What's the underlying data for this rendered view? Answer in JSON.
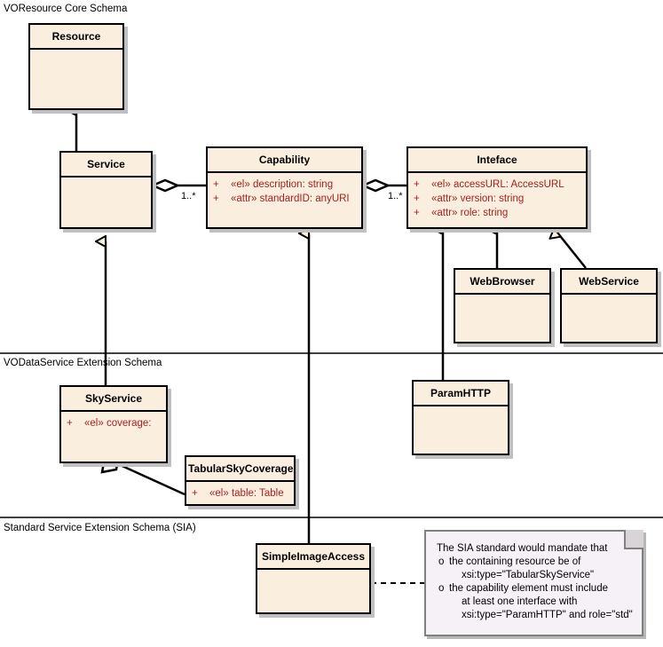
{
  "diagram": {
    "title": "VOResource / VODataService / SIA UML class diagram",
    "colors": {
      "class_fill": "#faefde",
      "class_border": "#000000",
      "attribute_text": "#a52020",
      "note_fill": "#f6f1f6",
      "note_border": "#808080",
      "shadow": "#c0c0c0"
    }
  },
  "schemas": [
    {
      "id": "core",
      "label": "VOResource Core Schema"
    },
    {
      "id": "vodataservice",
      "label": "VODataService Extension Schema"
    },
    {
      "id": "sia",
      "label": "Standard Service Extension Schema (SIA)"
    }
  ],
  "classes": [
    {
      "id": "resource",
      "name": "Resource",
      "attributes": []
    },
    {
      "id": "service",
      "name": "Service",
      "attributes": []
    },
    {
      "id": "capability",
      "name": "Capability",
      "attributes": [
        {
          "visibility": "+",
          "stereotype": "«el»",
          "name": "description:",
          "type": "string"
        },
        {
          "visibility": "+",
          "stereotype": "«attr»",
          "name": "standardID:",
          "type": "anyURI"
        }
      ]
    },
    {
      "id": "interface",
      "name": "Inteface",
      "attributes": [
        {
          "visibility": "+",
          "stereotype": "«el»",
          "name": "accessURL:",
          "type": "AccessURL"
        },
        {
          "visibility": "+",
          "stereotype": "«attr»",
          "name": "version:",
          "type": "string"
        },
        {
          "visibility": "+",
          "stereotype": "«attr»",
          "name": "role:",
          "type": "string"
        }
      ]
    },
    {
      "id": "webbrowser",
      "name": "WebBrowser",
      "attributes": []
    },
    {
      "id": "webservice",
      "name": "WebService",
      "attributes": []
    },
    {
      "id": "skyservice",
      "name": "SkyService",
      "attributes": [
        {
          "visibility": "+",
          "stereotype": "«el»",
          "name": "coverage:",
          "type": ""
        }
      ]
    },
    {
      "id": "tabularskycoverage",
      "name": "TabularSkyCoverage",
      "attributes": [
        {
          "visibility": "+",
          "stereotype": "«el»",
          "name": "table:",
          "type": "Table"
        }
      ]
    },
    {
      "id": "paramhttp",
      "name": "ParamHTTP",
      "attributes": []
    },
    {
      "id": "simpleimageaccess",
      "name": "SimpleImageAccess",
      "attributes": []
    }
  ],
  "multiplicities": [
    {
      "id": "service-capability",
      "label": "1..*"
    },
    {
      "id": "capability-interface",
      "label": "1..*"
    }
  ],
  "note": {
    "intro": "The SIA standard would mandate that",
    "bullet_char": "o",
    "bullets": [
      {
        "first": "the containing resource be of",
        "rest": [
          "xsi:type=\"TabularSkyService\""
        ]
      },
      {
        "first": "the capability element must include",
        "rest": [
          "at least one interface with",
          "xsi:type=\"ParamHTTP\" and role=\"std\""
        ]
      }
    ]
  }
}
